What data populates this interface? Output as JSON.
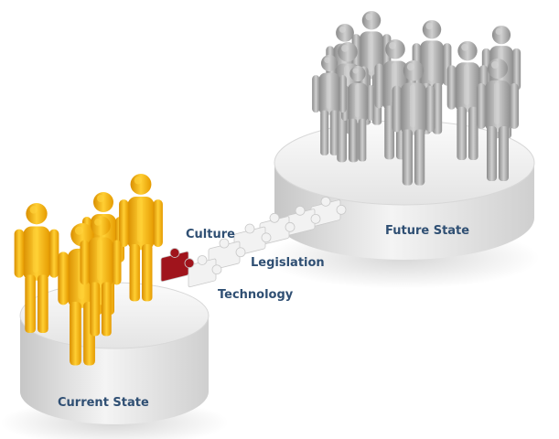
{
  "labels": {
    "current_state": "Current State",
    "future_state": "Future State",
    "culture": "Culture",
    "legislation": "Legislation",
    "technology": "Technology"
  },
  "colors": {
    "label_text": "#2f4f73",
    "gold_figure": "#f2a800",
    "gold_highlight": "#ffd23a",
    "grey_figure": "#9a9a9a",
    "grey_highlight": "#d4d4d4",
    "puzzle_red": "#a0141c",
    "puzzle_white": "#f2f2f2",
    "platform": "#eeeeee"
  },
  "groups": {
    "current_state_figures": 5,
    "future_state_figures": 11
  }
}
